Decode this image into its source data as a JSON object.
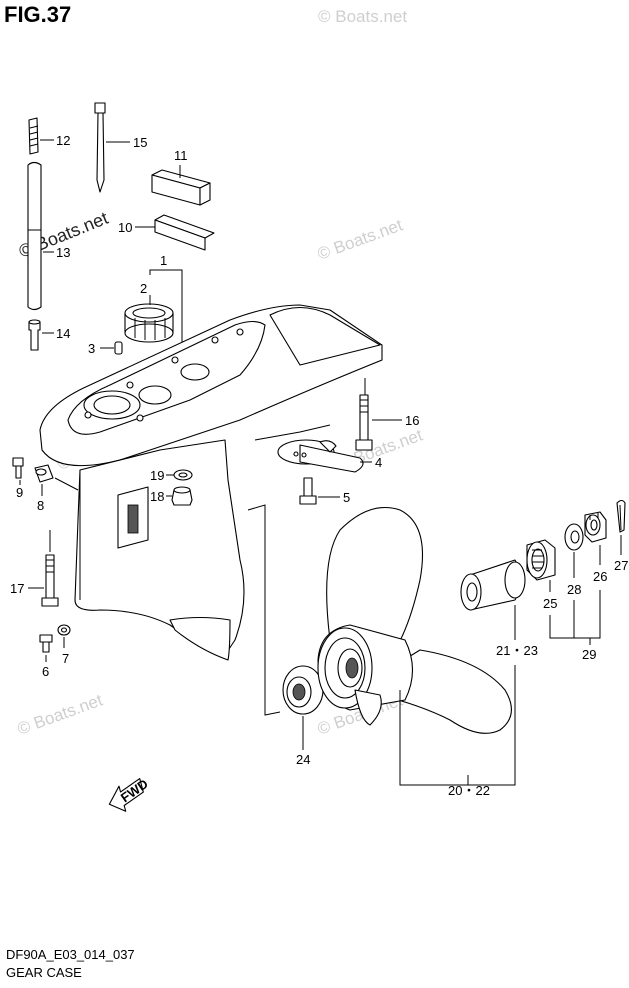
{
  "figure": {
    "title": "FIG.37"
  },
  "footer": {
    "code": "DF90A_E03_014_037",
    "name": "GEAR CASE"
  },
  "watermark": {
    "text": "© Boats.net"
  },
  "fwd_label": "FWD",
  "callouts": {
    "c1": "1",
    "c2": "2",
    "c3": "3",
    "c4": "4",
    "c5": "5",
    "c6": "6",
    "c7": "7",
    "c8": "8",
    "c9": "9",
    "c10": "10",
    "c11": "11",
    "c12": "12",
    "c13": "13",
    "c14": "14",
    "c15": "15",
    "c16": "16",
    "c17": "17",
    "c18": "18",
    "c19": "19",
    "c20_22": "20・22",
    "c21_23": "21・23",
    "c24": "24",
    "c25": "25",
    "c26": "26",
    "c27": "27",
    "c28": "28",
    "c29": "29"
  }
}
